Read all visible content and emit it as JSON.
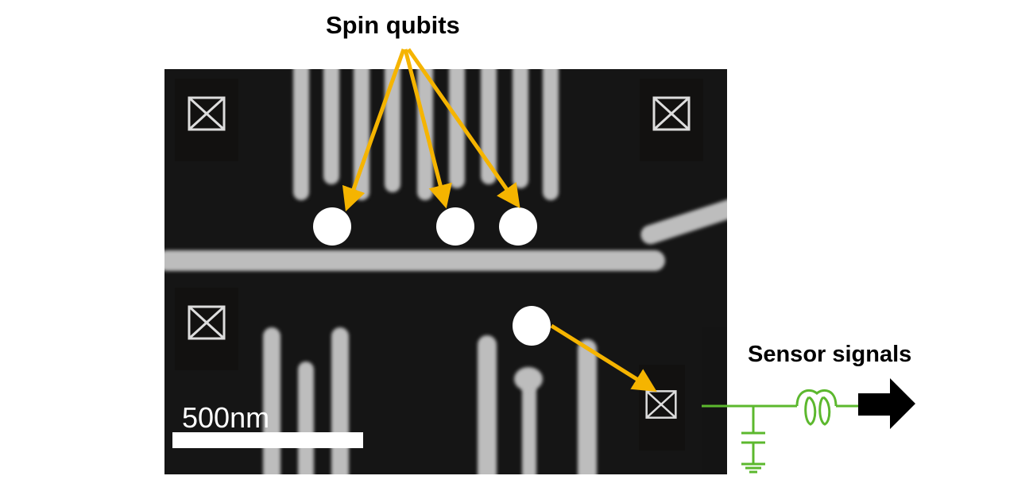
{
  "title": "Spin qubits",
  "sensor_label": "Sensor signals",
  "scale_bar": {
    "label": "500nm"
  },
  "colors": {
    "arrow": "#f5b400",
    "circuit": "#5cb82e",
    "qubit_dot": "#ffffff",
    "background": "#151515",
    "gate": "#bdbdbd"
  },
  "qubits": [
    {
      "name": "qubit-1"
    },
    {
      "name": "qubit-2"
    },
    {
      "name": "qubit-3"
    }
  ],
  "sensor_dot": {
    "name": "sensor-dot"
  },
  "contact_pads": [
    {
      "name": "pad-top-left"
    },
    {
      "name": "pad-top-right"
    },
    {
      "name": "pad-mid-left"
    },
    {
      "name": "pad-sensor"
    }
  ],
  "circuit": {
    "components": [
      "line",
      "capacitor",
      "ground",
      "inductor",
      "output-arrow"
    ]
  }
}
